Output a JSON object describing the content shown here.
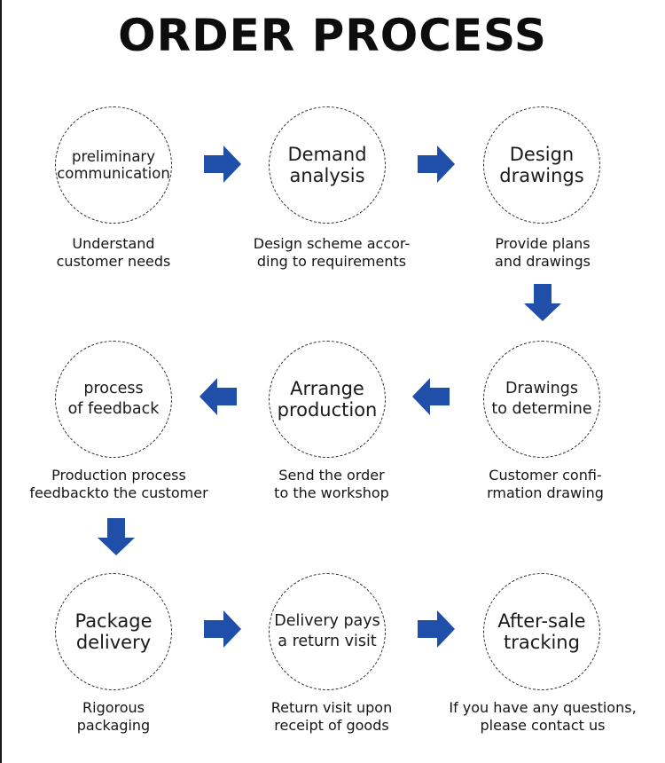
{
  "title": "ORDER PROCESS",
  "colors": {
    "arrow": "#1f4fa8",
    "circle_border": "#2a2a2a"
  },
  "steps": [
    {
      "label": "preliminary\ncommunication",
      "caption": "Understand\ncustomer needs"
    },
    {
      "label": "Demand\nanalysis",
      "caption": "Design scheme accor-\nding to requirements"
    },
    {
      "label": "Design\ndrawings",
      "caption": "Provide plans\nand drawings"
    },
    {
      "label": "Drawings\nto determine",
      "caption": "Customer confi-\nrmation drawing"
    },
    {
      "label": "Arrange\nproduction",
      "caption": "Send the order\nto the workshop"
    },
    {
      "label": "process\nof feedback",
      "caption": "Production process\nfeedbackto the customer"
    },
    {
      "label": "Package\ndelivery",
      "caption": "Rigorous\npackaging"
    },
    {
      "label": "Delivery pays\na return visit",
      "caption": "Return visit upon\nreceipt of goods"
    },
    {
      "label": "After-sale\ntracking",
      "caption": "If you have any questions,\nplease contact us"
    }
  ]
}
